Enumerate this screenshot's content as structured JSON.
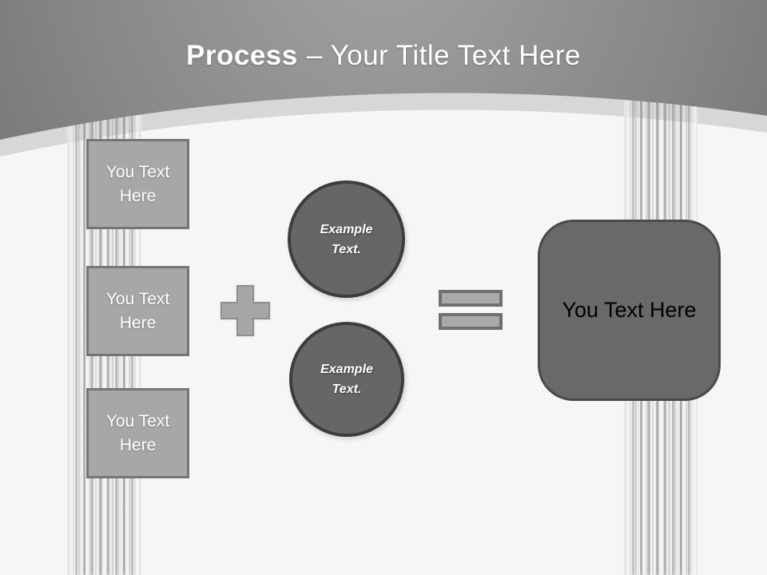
{
  "slide": {
    "title": {
      "keyword": "Process",
      "rest": "– Your Title Text Here"
    },
    "inputs": [
      {
        "label": "You Text Here"
      },
      {
        "label": "You Text Here"
      },
      {
        "label": "You Text Here"
      }
    ],
    "operators": {
      "plus": "plus-icon",
      "equals": "equals-icon"
    },
    "stages": [
      {
        "label": "Example Text."
      },
      {
        "label": "Example Text."
      }
    ],
    "result": {
      "label": "You Text Here"
    },
    "colors": {
      "header_gray": "#8a8a8a",
      "band_gray": "#d7d7d7",
      "background": "#f6f6f5",
      "input_shape_fill": "#a7a7a7",
      "input_shape_border": "#757575",
      "stage_circle_fill": "#666666",
      "stage_circle_border": "#3d3d3d",
      "operator_fill": "#a9a9a9",
      "result_fill": "#696969",
      "title_text": "#ffffff",
      "result_text": "#000000"
    }
  }
}
